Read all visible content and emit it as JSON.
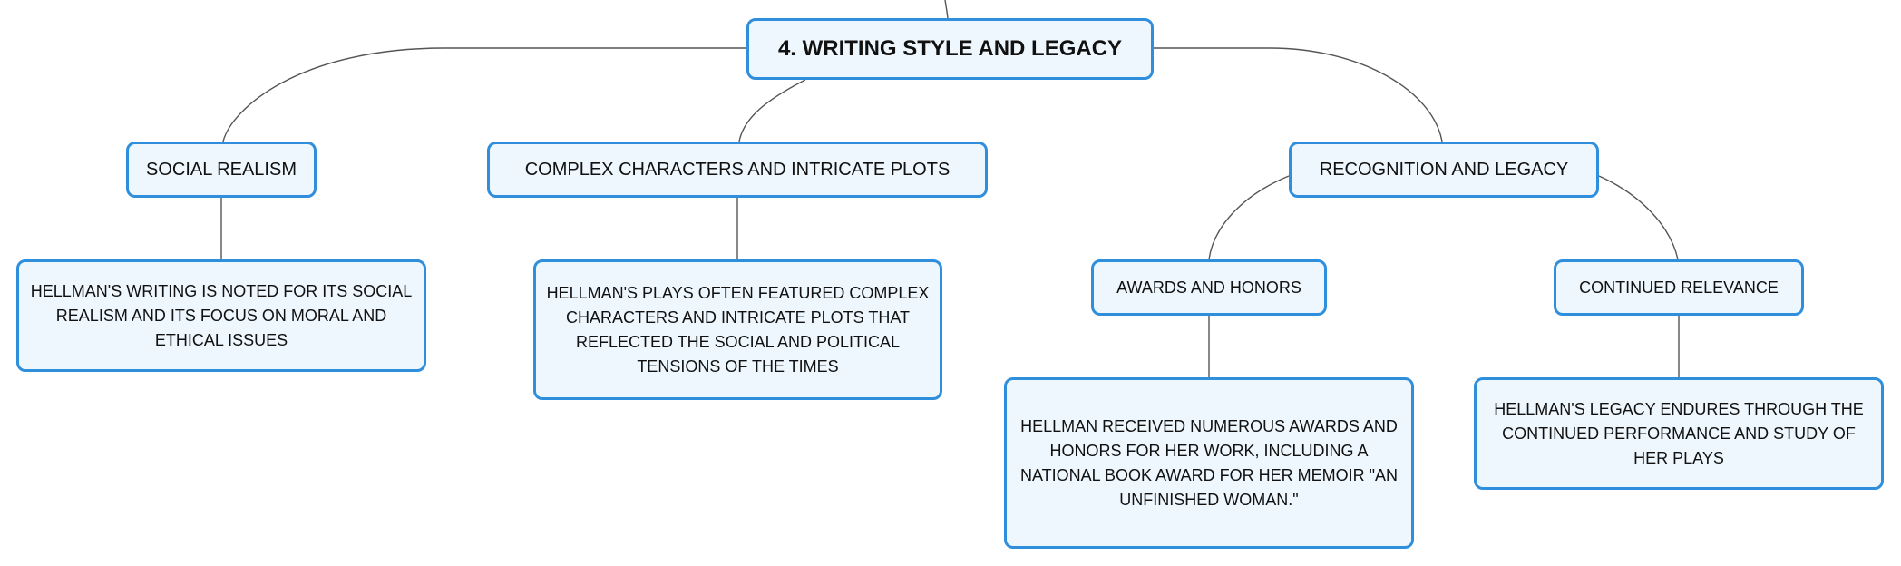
{
  "diagram": {
    "root": {
      "label": "4. WRITING STYLE AND LEGACY"
    },
    "branches": [
      {
        "label": "SOCIAL REALISM",
        "detail": "HELLMAN'S WRITING IS NOTED FOR ITS SOCIAL REALISM AND ITS FOCUS ON MORAL AND ETHICAL ISSUES"
      },
      {
        "label": "COMPLEX CHARACTERS AND INTRICATE PLOTS",
        "detail": "HELLMAN'S PLAYS OFTEN FEATURED COMPLEX CHARACTERS AND INTRICATE PLOTS THAT REFLECTED THE SOCIAL AND POLITICAL TENSIONS OF THE TIMES"
      },
      {
        "label": "RECOGNITION AND LEGACY",
        "children": [
          {
            "label": "AWARDS AND HONORS",
            "detail": "HELLMAN RECEIVED NUMEROUS AWARDS AND HONORS FOR HER WORK, INCLUDING A NATIONAL BOOK AWARD FOR HER MEMOIR \"AN UNFINISHED WOMAN.\""
          },
          {
            "label": "CONTINUED RELEVANCE",
            "detail": "HELLMAN'S LEGACY ENDURES THROUGH THE CONTINUED PERFORMANCE AND STUDY OF HER PLAYS"
          }
        ]
      }
    ],
    "colors": {
      "node_border": "#2f8fdc",
      "node_fill": "#eef7fd",
      "connector": "#555555",
      "text": "#111111"
    }
  }
}
